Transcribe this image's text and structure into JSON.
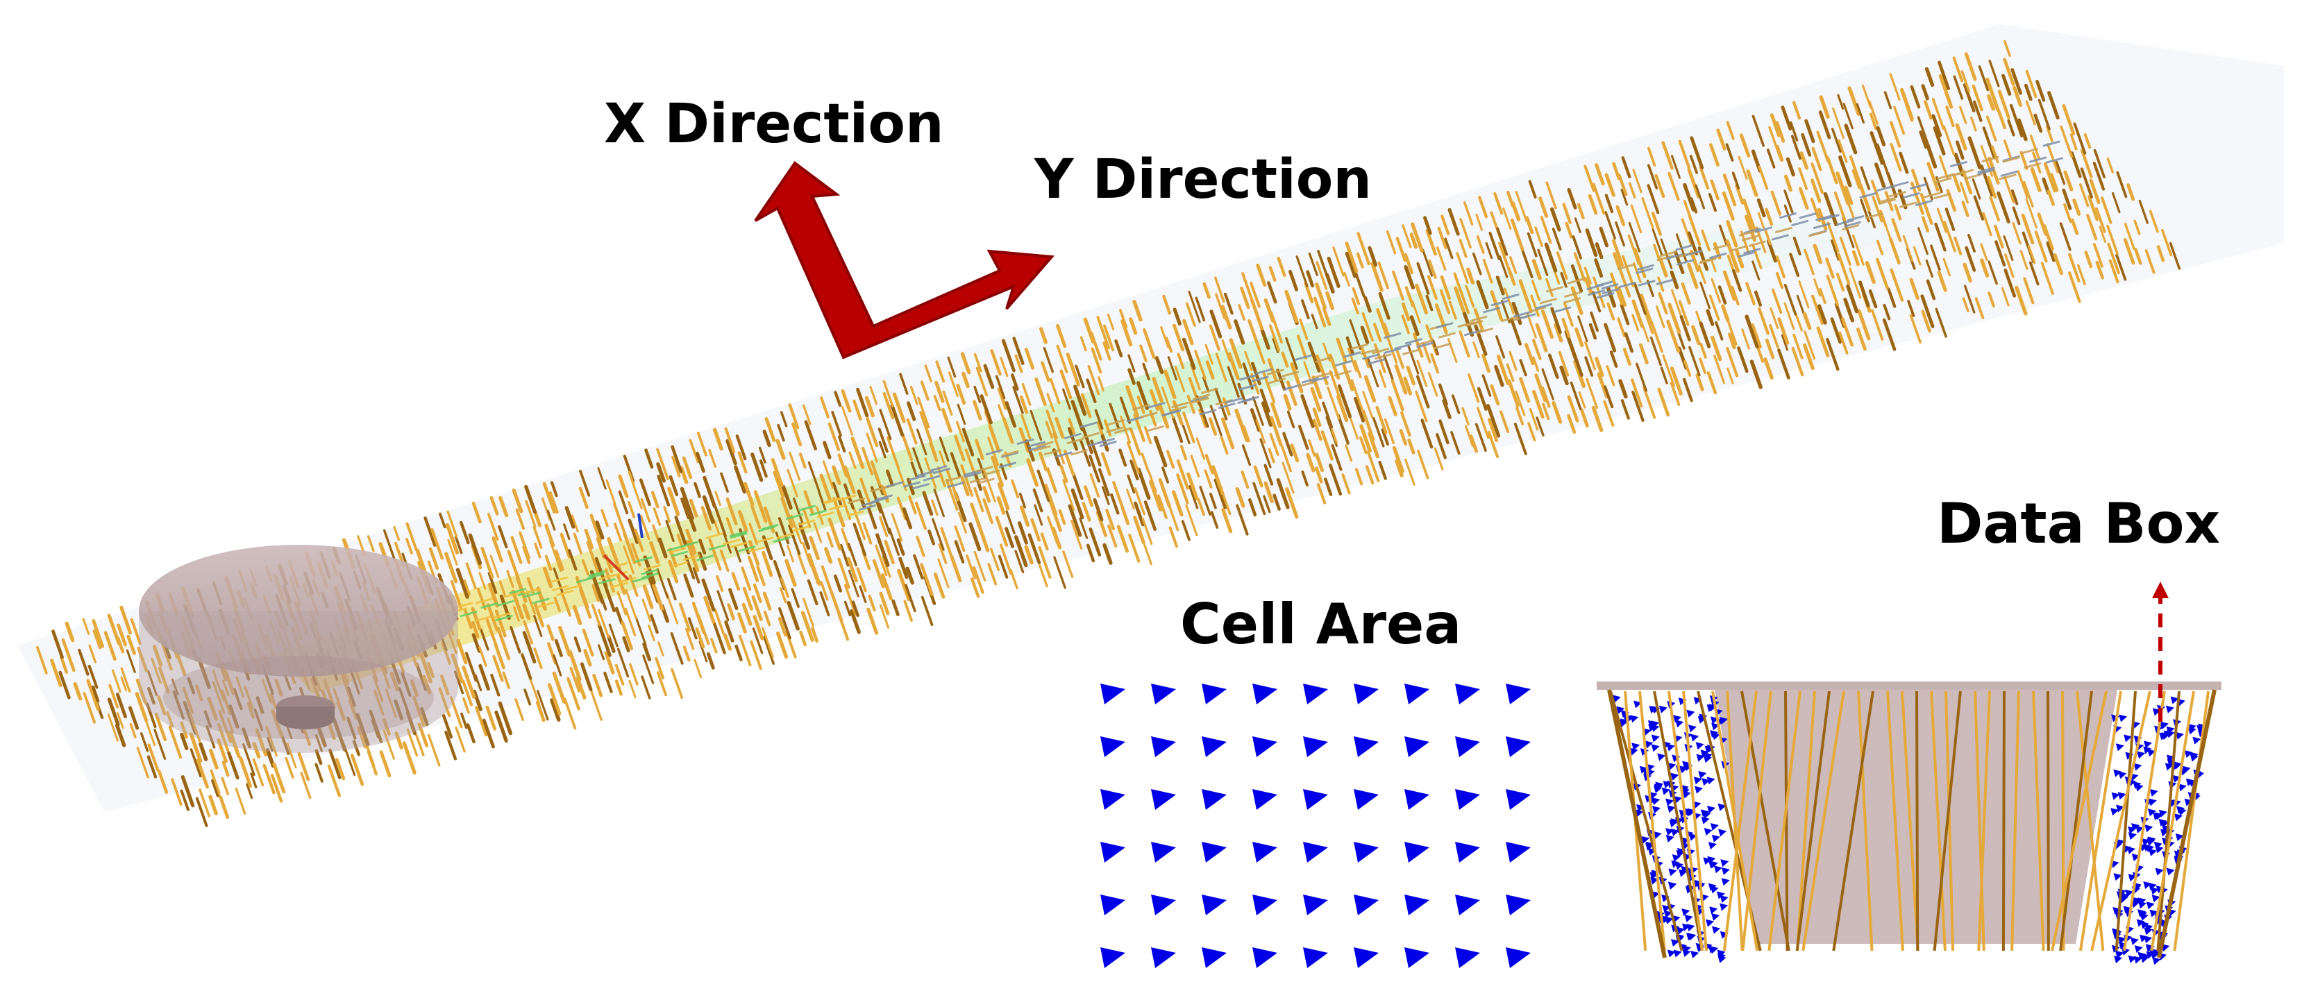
{
  "labels": {
    "x_direction": "X Direction",
    "y_direction": "Y Direction",
    "cell_area": "Cell Area",
    "data_box": "Data Box"
  },
  "colors": {
    "arrow": "#b80000",
    "vectors": "#e5a93a",
    "vector_dark": "#9a6512",
    "mesh_blue": "#0000e6",
    "structure": "#c8b2b2",
    "data_box_arrow": "#c00000"
  }
}
